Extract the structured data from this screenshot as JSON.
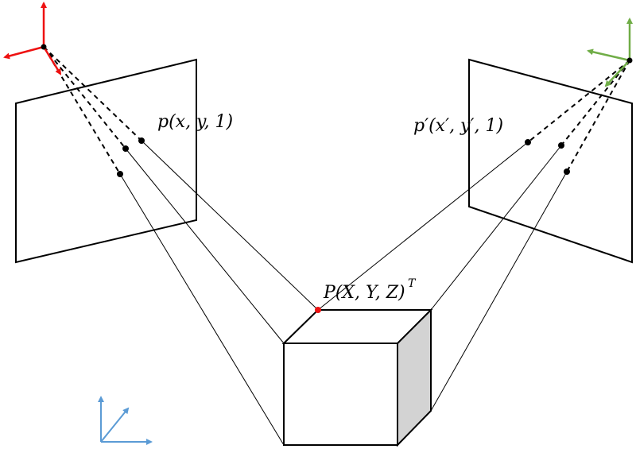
{
  "labels": {
    "left_point": "p(x, y, 1)",
    "right_point": "p′(x′, y′, 1)",
    "world_point": "P(X, Y, Z)",
    "world_point_sup": "T"
  },
  "colors": {
    "left_camera_frame": "#ee1111",
    "right_camera_frame": "#70ad47",
    "world_frame": "#5b9bd5",
    "world_point": "#ee1111",
    "cube_side": "#d3d3d3",
    "line": "#000000"
  },
  "icons": {
    "left_camera_frame": "red-axes-icon",
    "right_camera_frame": "green-axes-icon",
    "world_frame": "blue-axes-icon"
  }
}
